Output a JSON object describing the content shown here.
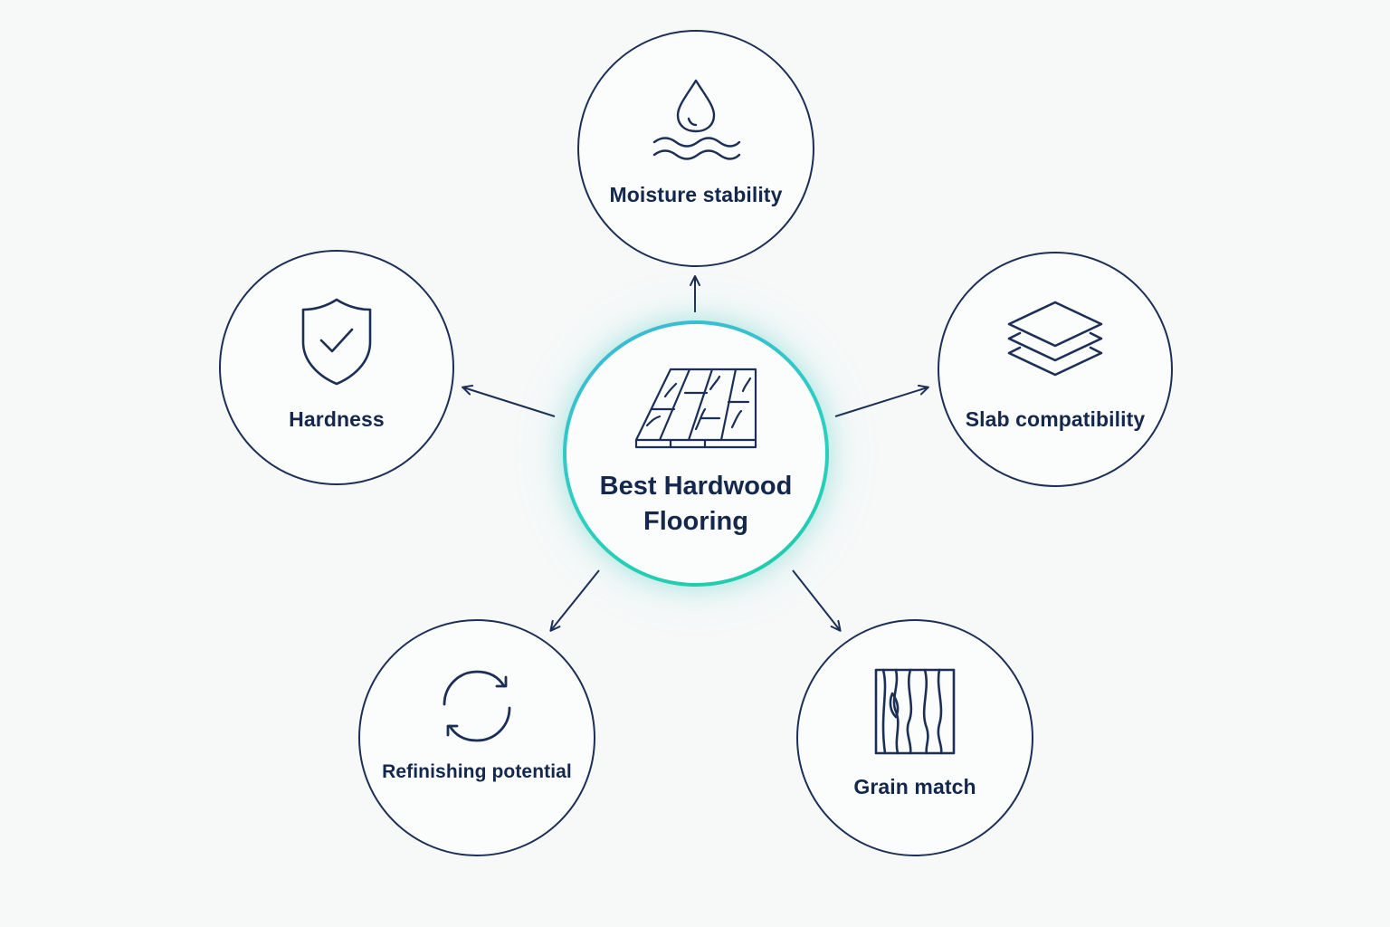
{
  "center": {
    "line1": "Best Hardwood",
    "line2": "Flooring",
    "icon": "hardwood-planks-icon"
  },
  "nodes": {
    "moisture": {
      "label": "Moisture stability",
      "icon": "water-drop-icon"
    },
    "hardness": {
      "label": "Hardness",
      "icon": "shield-check-icon"
    },
    "slab": {
      "label": "Slab compatibility",
      "icon": "layers-icon"
    },
    "refinishing": {
      "label": "Refinishing potential",
      "icon": "refresh-icon"
    },
    "grain": {
      "label": "Grain match",
      "icon": "wood-grain-icon"
    }
  },
  "colors": {
    "outline": "#1b2f57",
    "text": "#14284d",
    "center_gradient_start": "#3fb7d9",
    "center_gradient_end": "#1fcaa8",
    "background": "#f7f9f9"
  }
}
